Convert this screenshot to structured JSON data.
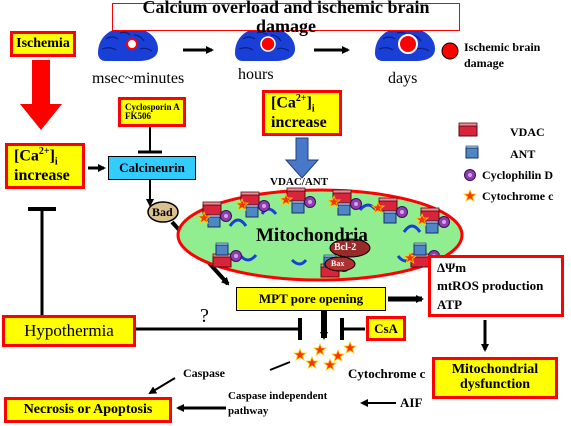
{
  "title": "Calcium overload and ischemic brain damage",
  "ischemia": "Ischemia",
  "timeline": {
    "t1": "msec~minutes",
    "t2": "hours",
    "t3": "days"
  },
  "ischemic_damage": {
    "line1": "Ischemic brain",
    "line2": "damage"
  },
  "cyclosporin": {
    "line1": "Cyclosporin A",
    "line2": "FK506"
  },
  "ca_left": {
    "main": "[Ca",
    "sup": "2+",
    "close": "]",
    "sub": "i",
    "line2": "increase"
  },
  "ca_mid": {
    "main": "[Ca",
    "sup": "2+",
    "close": "]",
    "sub": "i",
    "line2": "increase"
  },
  "calcineurin": "Calcineurin",
  "vdac_ant": "VDAC/ANT",
  "legend": {
    "vdac": "VDAC",
    "ant": "ANT",
    "cyclophilin": "Cyclophilin D",
    "cytochrome": "Cytochrome c"
  },
  "bad": "Bad",
  "mitochondria": "Mitochondria",
  "bcl2": "Bcl-2",
  "bax": "Bax",
  "mpt": "MPT pore opening",
  "effects": {
    "dpsi": "ΔΨm",
    "ros": "mtROS production",
    "atp": "ATP"
  },
  "hypothermia": "Hypothermia",
  "question": "?",
  "csa": "CsA",
  "caspase": "Caspase",
  "cytochrome_c": "Cytochrome c",
  "aif": "AIF",
  "caspase_indep": {
    "line1": "Caspase independent",
    "line2": "pathway"
  },
  "necrosis": "Necrosis or Apoptosis",
  "mito_dysfunction": {
    "line1": "Mitochondrial",
    "line2": "dysfunction"
  },
  "colors": {
    "red": "#ff0000",
    "yellow": "#ffff00",
    "cyan": "#33ccff",
    "mito_fill": "#90ee90",
    "brain_blue": "#1a3fd6",
    "arrow_blue": "#4a78c8",
    "vdac_red": "#d9253b",
    "ant_blue": "#4f86c6",
    "cyclophilin_purple": "#8d3fae",
    "bad_tan": "#d9c08c"
  }
}
